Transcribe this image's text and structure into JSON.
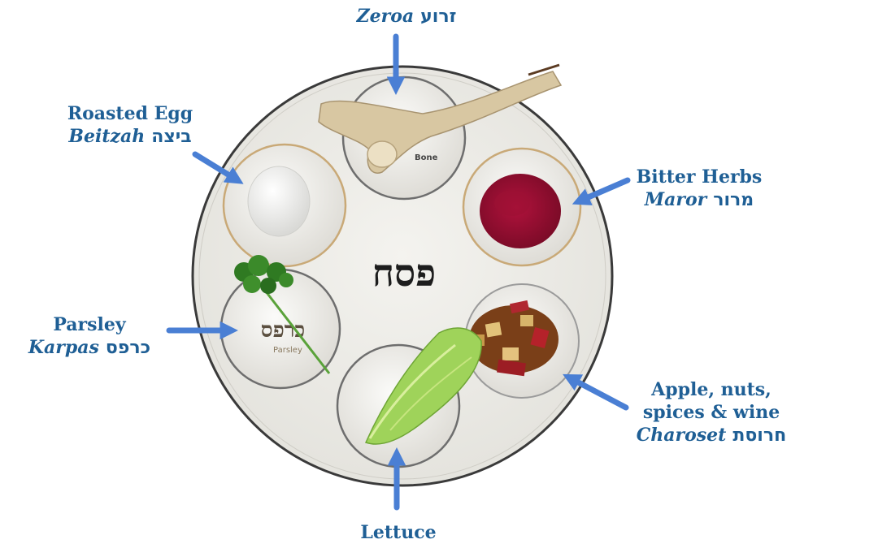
{
  "title": "Seder Plate",
  "colors": {
    "label_text": "#1f5f95",
    "arrow": "#4a7fd4",
    "plate": "#ecebe6",
    "plate_rim": "#3a3a3a",
    "bowl_rim_gold": "#c9a977",
    "bowl_rim_silver": "#6e6e6e"
  },
  "plate": {
    "center_inscription": "פסח",
    "bowls": [
      {
        "id": "zeroa",
        "item": "shank bone",
        "inscription": "Bone"
      },
      {
        "id": "beitzah",
        "item": "roasted egg"
      },
      {
        "id": "maror",
        "item": "bitter herbs (red horseradish)"
      },
      {
        "id": "karpas",
        "item": "parsley",
        "inscription_hebrew": "כרפס",
        "inscription": "Parsley"
      },
      {
        "id": "charoset",
        "item": "apple and nut mixture"
      },
      {
        "id": "chazeret",
        "item": "lettuce"
      }
    ]
  },
  "labels": {
    "zeroa": {
      "english": "",
      "transliteration": "Zeroa",
      "hebrew": "זרוע"
    },
    "beitzah": {
      "english": "Roasted Egg",
      "transliteration": "Beitzah",
      "hebrew": "ביצה"
    },
    "maror": {
      "english": "Bitter Herbs",
      "transliteration": "Maror",
      "hebrew": "מרור"
    },
    "karpas": {
      "english": "Parsley",
      "transliteration": "Karpas",
      "hebrew": "כרפס"
    },
    "charoset": {
      "english_line1": "Apple, nuts,",
      "english_line2": "spices & wine",
      "transliteration": "Charoset",
      "hebrew": "חרוסת"
    },
    "lettuce": {
      "english": "Lettuce"
    }
  }
}
